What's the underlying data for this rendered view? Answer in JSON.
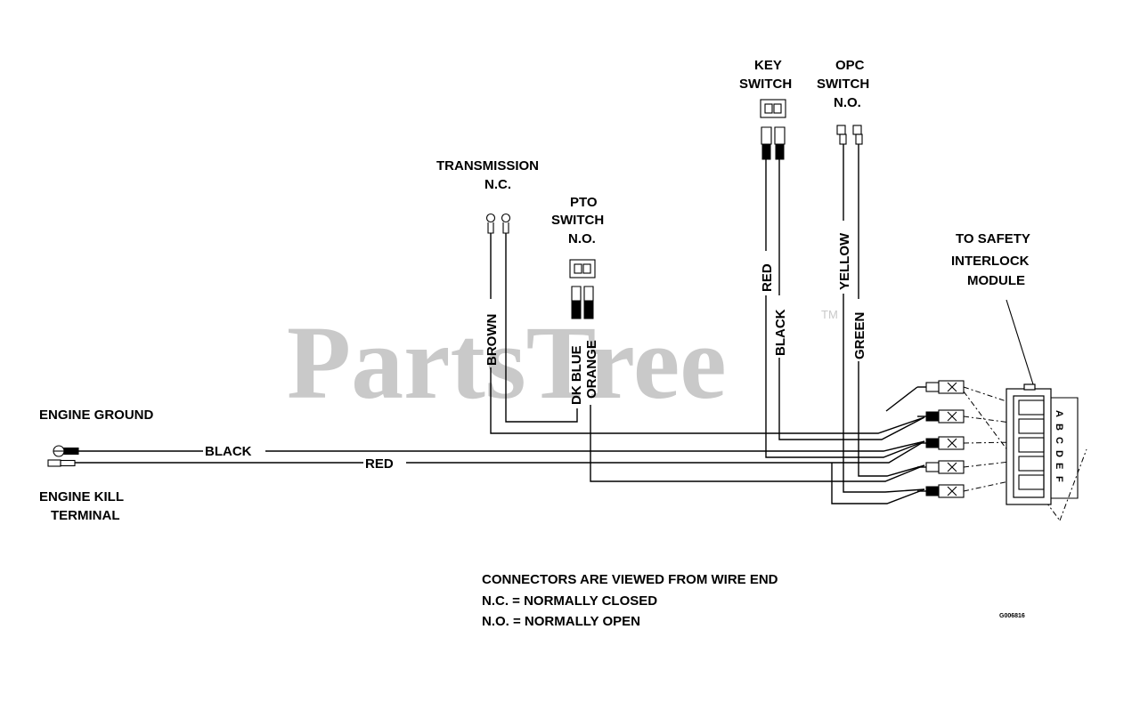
{
  "watermark": {
    "brand": "PartsTree",
    "tm": "TM"
  },
  "components": {
    "engine_ground": "ENGINE GROUND",
    "engine_kill_line1": "ENGINE KILL",
    "engine_kill_line2": "TERMINAL",
    "transmission_line1": "TRANSMISSION",
    "transmission_line2": "N.C.",
    "pto_line1": "PTO",
    "pto_line2": "SWITCH",
    "pto_line3": "N.O.",
    "key_line1": "KEY",
    "key_line2": "SWITCH",
    "opc_line1": "OPC",
    "opc_line2": "SWITCH",
    "opc_line3": "N.O.",
    "module_line1": "TO SAFETY",
    "module_line2": "INTERLOCK",
    "module_line3": "MODULE"
  },
  "wires": {
    "black_main": "BLACK",
    "red_main": "RED",
    "brown": "BROWN",
    "dk_blue": "DK BLUE",
    "orange": "ORANGE",
    "red_key": "RED",
    "black_key": "BLACK",
    "yellow": "YELLOW",
    "green": "GREEN"
  },
  "module_pins": [
    "A",
    "B",
    "C",
    "D",
    "E",
    "F"
  ],
  "notes": {
    "line1": "CONNECTORS ARE VIEWED FROM WIRE END",
    "line2": "N.C. = NORMALLY CLOSED",
    "line3": "N.O. = NORMALLY OPEN"
  },
  "drawing_id": "G006816"
}
